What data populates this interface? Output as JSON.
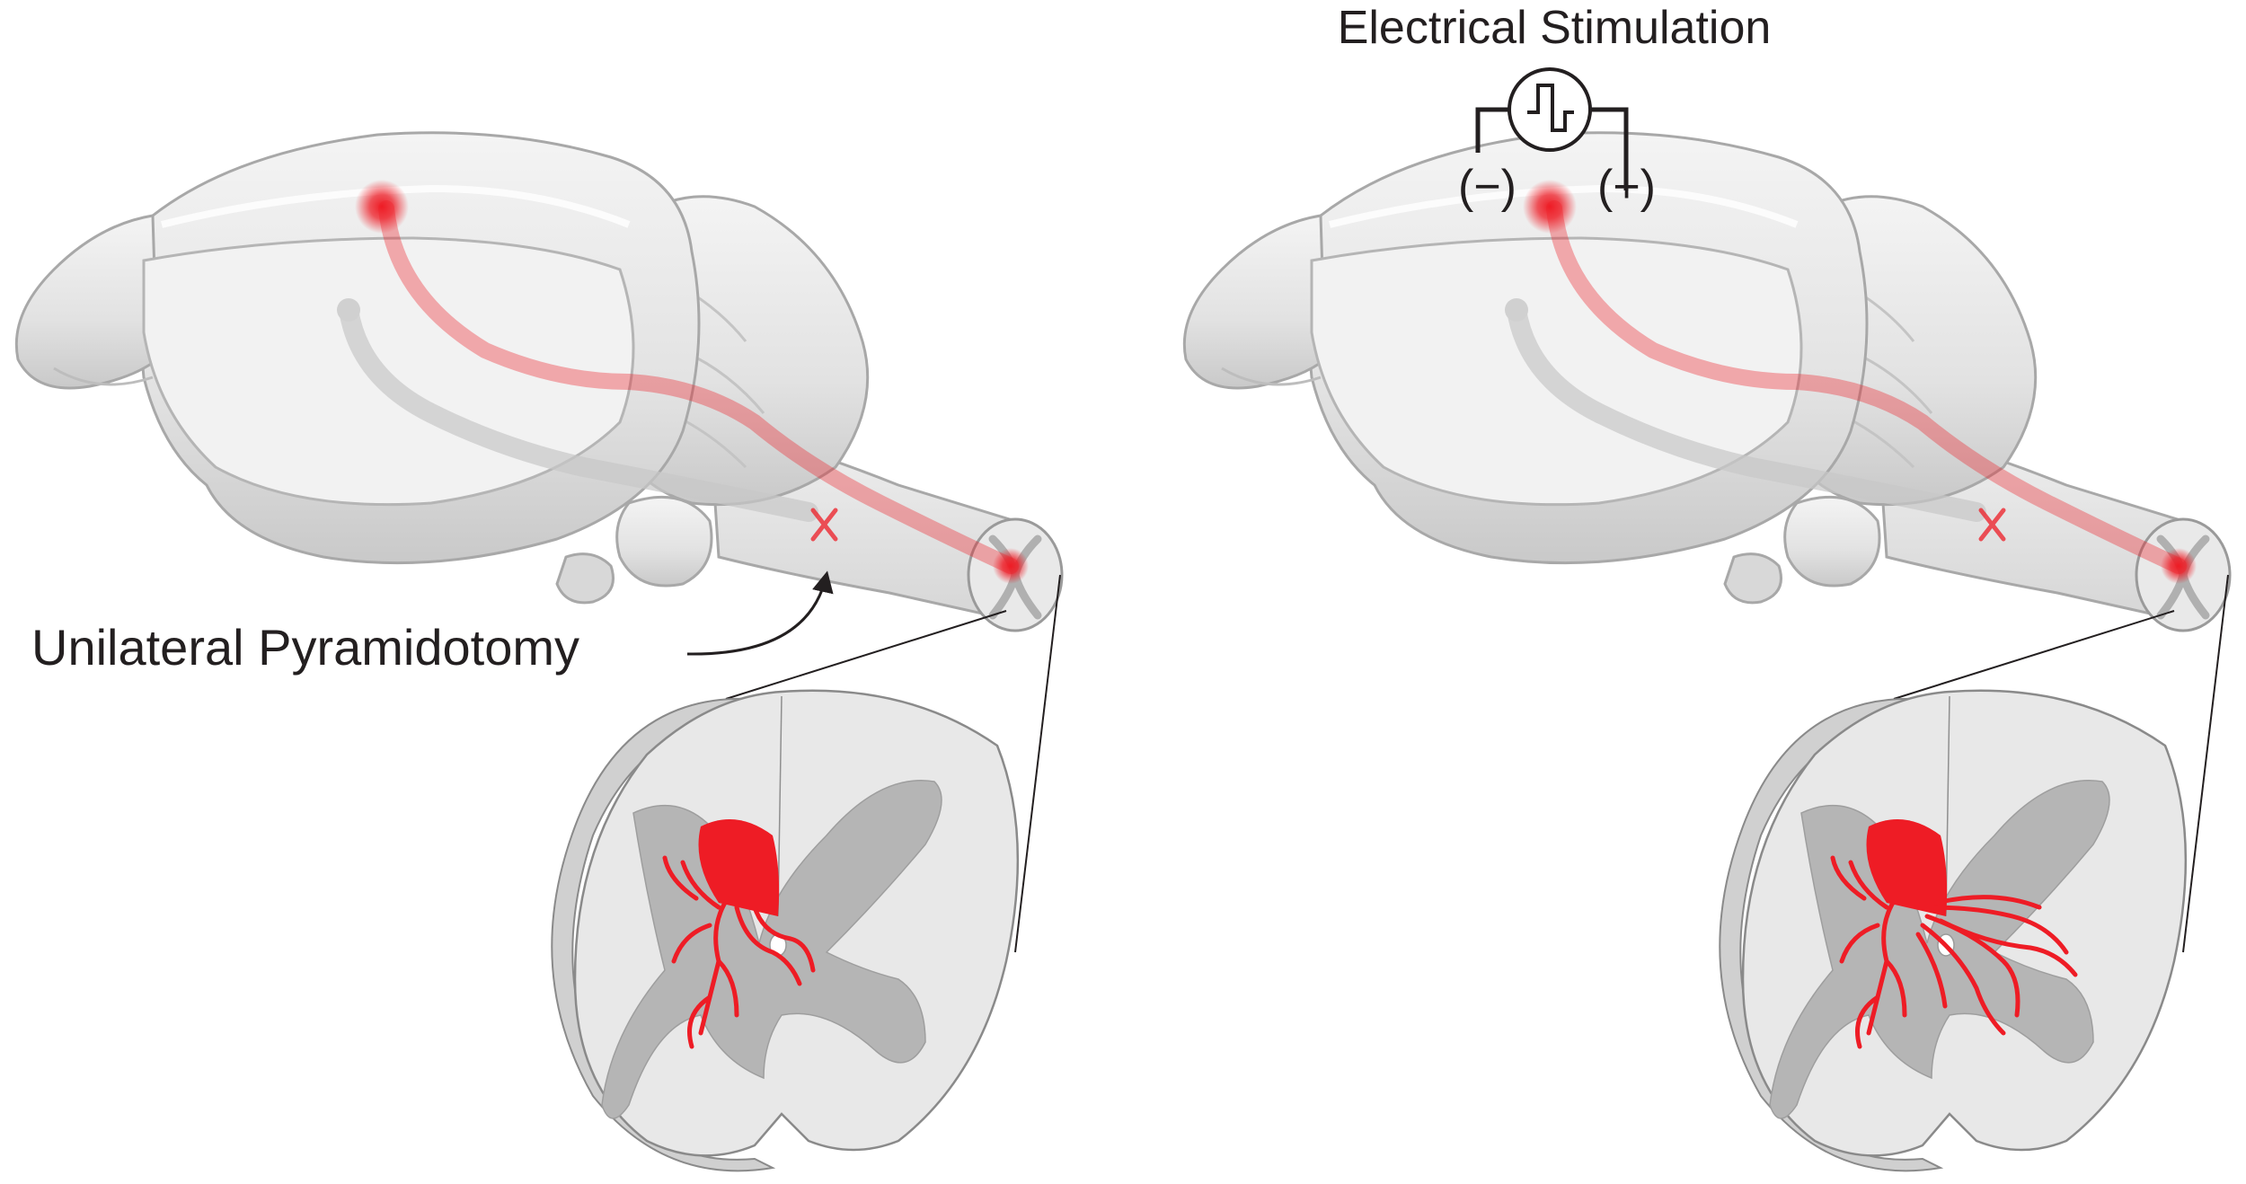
{
  "left_panel": {
    "annotation_label": "Unilateral Pyramidotomy"
  },
  "right_panel": {
    "stimulation_label": "Electrical Stimulation",
    "negative_electrode": "(−)",
    "positive_electrode": "(+)"
  },
  "colors": {
    "brain_fill": "#e6e6e6",
    "brain_highlight": "#ffffff",
    "brain_outline": "#b8b8b8",
    "tract_active": "#ee1c25",
    "tract_inactive": "#c8c8c8",
    "gray_matter": "#b3b3b3",
    "white_matter": "#e6e6e6",
    "text": "#231f20"
  },
  "icons": [
    "brain-illustration",
    "corticospinal-tract",
    "lesion-x-icon",
    "spinal-cord-cross-section",
    "square-wave-stimulator-icon",
    "arrow-icon"
  ]
}
